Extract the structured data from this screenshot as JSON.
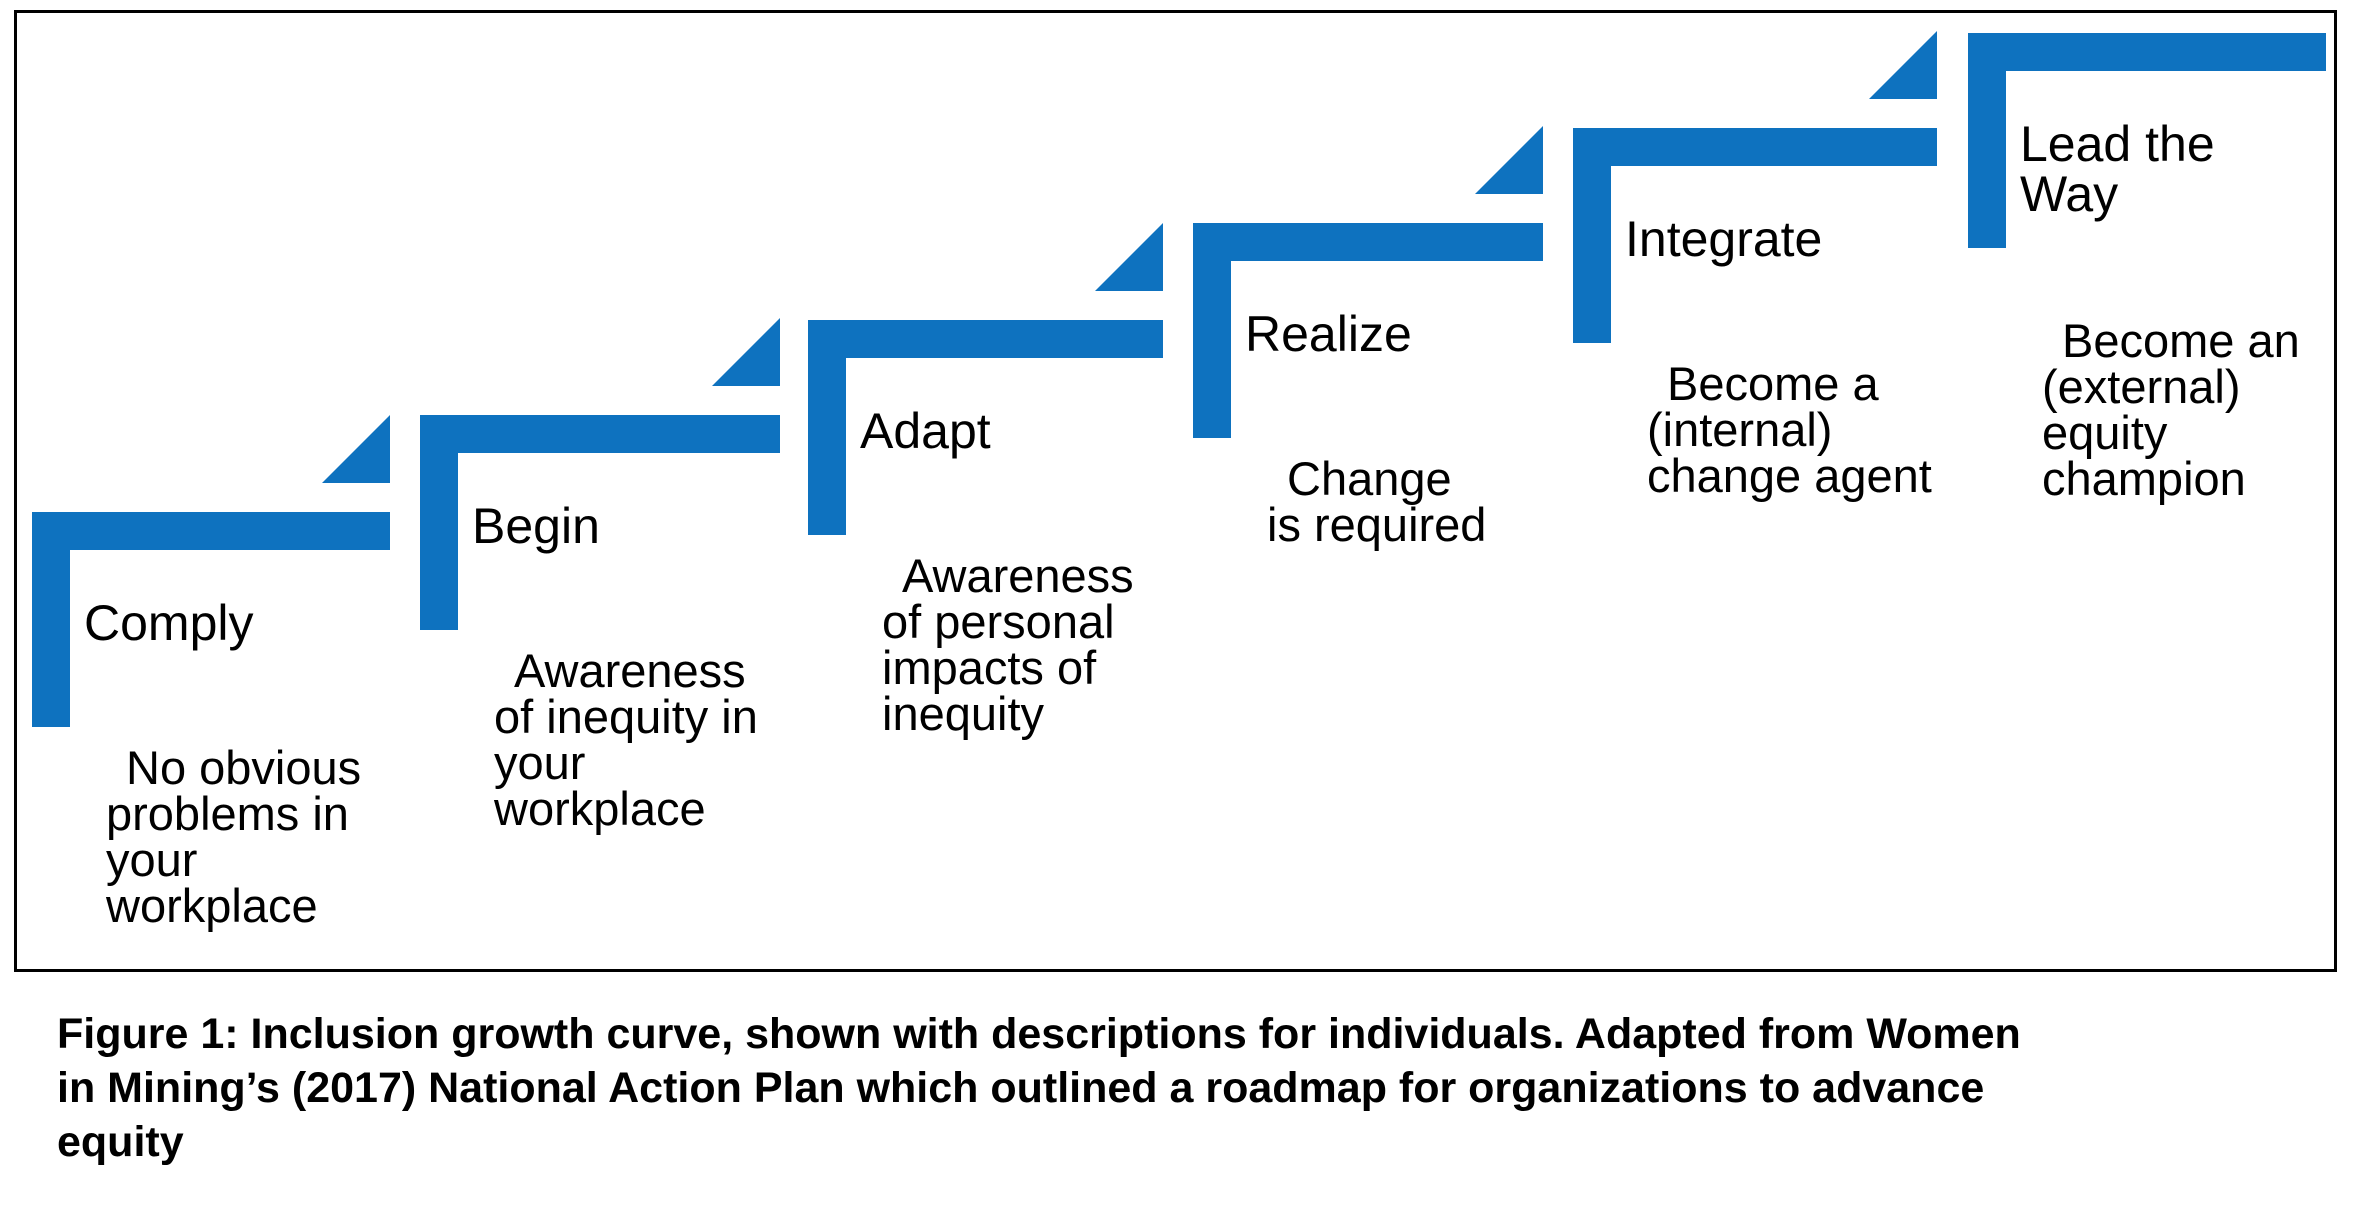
{
  "figure": {
    "caption": "Figure 1: Inclusion growth curve, shown with descriptions for individuals. Adapted from Women\nin Mining’s (2017) National Action Plan which outlined a roadmap for organizations to advance\nequity"
  },
  "colors": {
    "step_blue": "#0e72bf",
    "text": "#000000",
    "border": "#000000"
  },
  "steps": [
    {
      "label": "Comply",
      "description": "No obvious\nproblems in\nyour\nworkplace"
    },
    {
      "label": "Begin",
      "description": "Awareness\nof inequity in\nyour\nworkplace"
    },
    {
      "label": "Adapt",
      "description": "Awareness\nof personal\nimpacts of\ninequity"
    },
    {
      "label": "Realize",
      "description": "Change\nis required"
    },
    {
      "label": "Integrate",
      "description": "Become a\n(internal)\nchange agent"
    },
    {
      "label": "Lead the\nWay",
      "description": "Become an\n(external)\nequity\nchampion"
    }
  ]
}
